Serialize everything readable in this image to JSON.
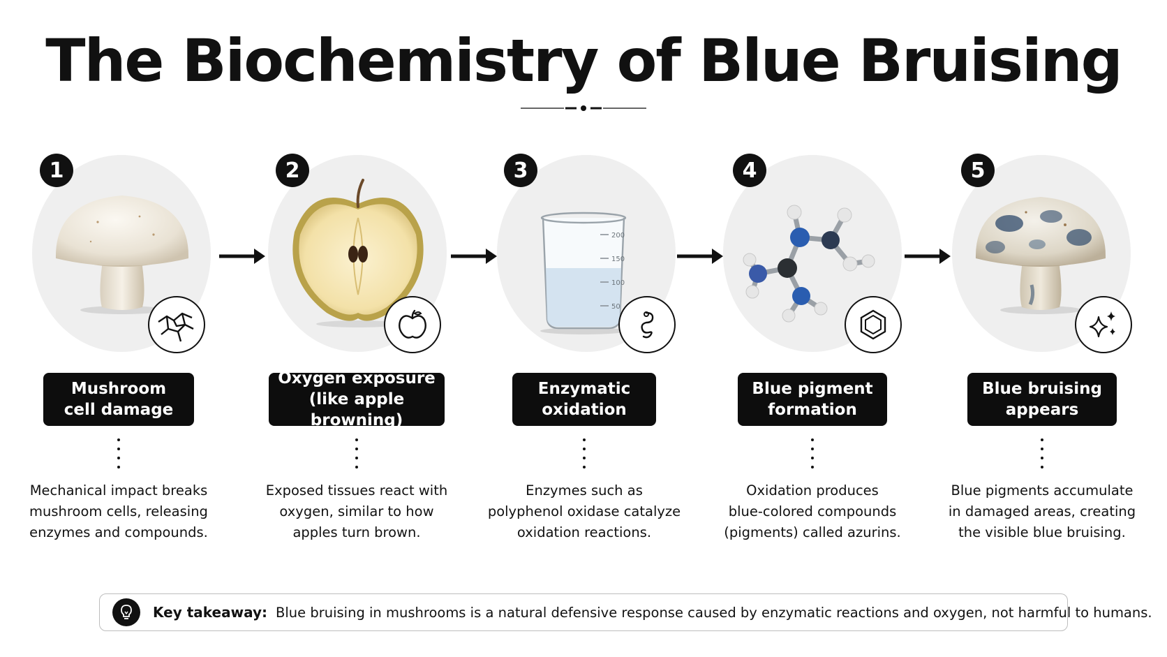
{
  "title": "The Biochemistry of Blue Bruising",
  "steps": [
    {
      "number": "1",
      "label_lines": [
        "Mushroom",
        "cell damage"
      ],
      "desc_lines": [
        "Mechanical impact breaks",
        "mushroom cells, releasing",
        "enzymes and compounds."
      ],
      "illustration": "white-mushroom",
      "badge_icon": "cracked-cells-icon"
    },
    {
      "number": "2",
      "label_lines": [
        "Oxygen exposure",
        "(like apple browning)"
      ],
      "desc_lines": [
        "Exposed tissues react with",
        "oxygen, similar to how",
        "apples turn brown."
      ],
      "illustration": "halved-apple",
      "badge_icon": "apple-icon"
    },
    {
      "number": "3",
      "label_lines": [
        "Enzymatic",
        "oxidation"
      ],
      "desc_lines": [
        "Enzymes such as",
        "polyphenol oxidase catalyze",
        "oxidation reactions."
      ],
      "illustration": "glass-beaker",
      "badge_icon": "enzyme-icon",
      "beaker_marks": [
        "200",
        "150",
        "100",
        "50"
      ]
    },
    {
      "number": "4",
      "label_lines": [
        "Blue pigment",
        "formation"
      ],
      "desc_lines": [
        "Oxidation produces",
        "blue-colored compounds",
        "(pigments) called azurins."
      ],
      "illustration": "molecule-model",
      "badge_icon": "hexagon-ring-icon"
    },
    {
      "number": "5",
      "label_lines": [
        "Blue bruising",
        "appears"
      ],
      "desc_lines": [
        "Blue pigments accumulate",
        "in damaged areas, creating",
        "the visible blue bruising."
      ],
      "illustration": "bruised-mushroom",
      "badge_icon": "sparkles-icon"
    }
  ],
  "takeaway": {
    "label": "Key takeaway:",
    "text": "Blue bruising in mushrooms is a natural defensive response caused by enzymatic reactions and oxygen, not harmful to humans.",
    "icon": "lightbulb-icon"
  },
  "colors": {
    "text": "#111111",
    "label_bg": "#0d0d0d",
    "circle_bg": "#efefef",
    "bruise_blue": "#2f4a6b",
    "nitrogen_blue": "#2a5db0"
  }
}
